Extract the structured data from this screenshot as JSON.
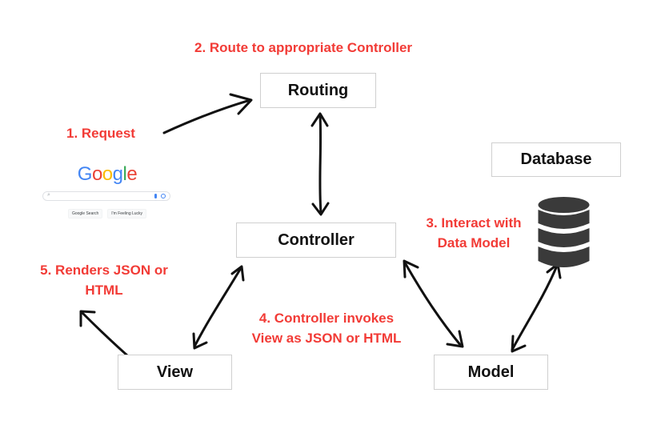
{
  "boxes": {
    "routing": "Routing",
    "controller": "Controller",
    "database": "Database",
    "view": "View",
    "model": "Model"
  },
  "steps": {
    "route": "2. Route to appropriate Controller",
    "request": "1. Request",
    "interact_line1": "3. Interact with",
    "interact_line2": "Data Model",
    "renders_line1": "5. Renders JSON or",
    "renders_line2": "HTML",
    "invokes_line1": "4. Controller invokes",
    "invokes_line2": "View as JSON or HTML"
  },
  "google": {
    "logo_letters": [
      {
        "char": "G",
        "color": "#4285f4"
      },
      {
        "char": "o",
        "color": "#ea4335"
      },
      {
        "char": "o",
        "color": "#fbbc05"
      },
      {
        "char": "g",
        "color": "#4285f4"
      },
      {
        "char": "l",
        "color": "#34a853"
      },
      {
        "char": "e",
        "color": "#ea4335"
      }
    ],
    "search_button": "Google Search",
    "lucky_button": "I'm Feeling Lucky"
  },
  "colors": {
    "step_text": "#f23b36",
    "box_border": "#cfcfcf",
    "arrow": "#111111",
    "database_icon": "#3a3a3a"
  },
  "icons": [
    "search-icon",
    "mic-icon",
    "lens-icon",
    "database-icon"
  ]
}
